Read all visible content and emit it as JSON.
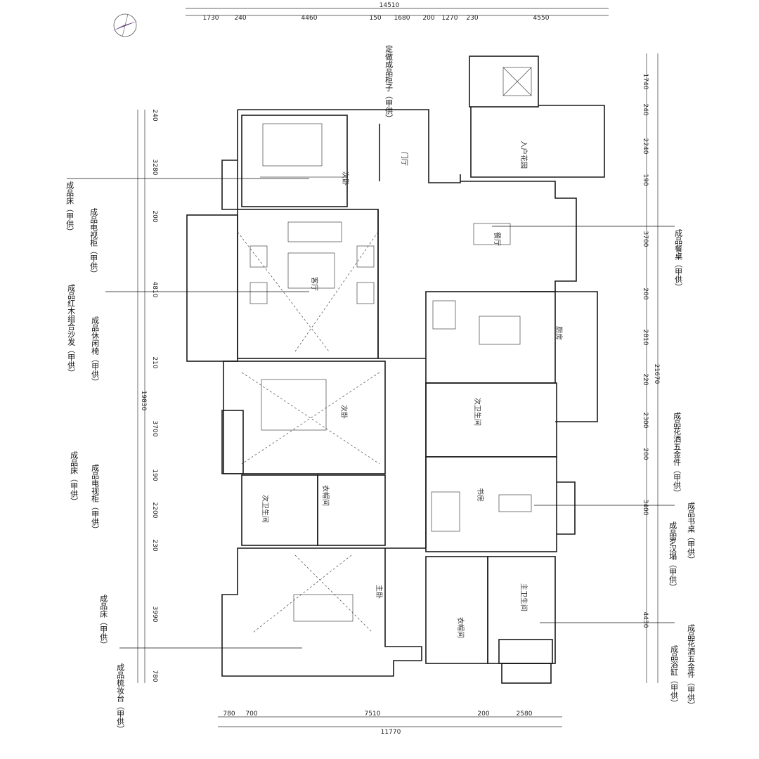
{
  "top_dimensions": {
    "total": "14510",
    "segments": [
      "1730",
      "240",
      "4460",
      "150",
      "1680",
      "200",
      "1270",
      "230",
      "4550"
    ]
  },
  "bottom_dimensions": {
    "total": "11770",
    "segments": [
      "780",
      "700",
      "7510",
      "200",
      "2580"
    ]
  },
  "left_dimensions": {
    "total": "19830",
    "segments": [
      "240",
      "3280",
      "200",
      "4810",
      "210",
      "3700",
      "190",
      "2200",
      "230",
      "3990",
      "780"
    ]
  },
  "right_dimensions": {
    "total": "21670",
    "segments": [
      "1740",
      "240",
      "2240",
      "190",
      "3700",
      "200",
      "2810",
      "220",
      "2300",
      "200",
      "3400",
      "4430"
    ]
  },
  "room_labels": {
    "entry_garden": "入户花园",
    "foyer": "门厅",
    "secondary_bed_top": "次卧",
    "dining": "餐厅",
    "living": "客厅",
    "kitchen": "厨房",
    "secondary_bed_mid": "次卧",
    "guest_bath": "次卫生间",
    "study": "书房",
    "closet_a": "衣帽间",
    "bath_b": "次卫生间",
    "master_bed": "主卧",
    "closet_b": "衣帽间",
    "master_bath": "主卫生间"
  },
  "annotations": {
    "custom_cabinet": "定做成品柜子（甲供）",
    "bed_top": "成品床（甲供）",
    "tv_cabinet_top": "成品电视柜（甲供）",
    "sofa": "成品红木组合沙发（甲供）",
    "leisure_chair": "成品休闲椅（甲供）",
    "bed_mid": "成品床（甲供）",
    "tv_cabinet_mid": "成品电视柜（甲供）",
    "bed_master": "成品床（甲供）",
    "dresser": "成品梳妆台（甲供）",
    "dining_table": "成品餐桌（甲供）",
    "shower_hardware_a": "成品花洒五金件（甲供）",
    "desk": "成品书桌（甲供）",
    "daybed": "成品罗汉塌（甲供）",
    "shower_hardware_b": "成品花洒五金件（甲供）",
    "bathtub": "成品浴缸（甲供）"
  },
  "colors": {
    "line": "#1a1a1a",
    "compass": "#5a2d6e"
  }
}
